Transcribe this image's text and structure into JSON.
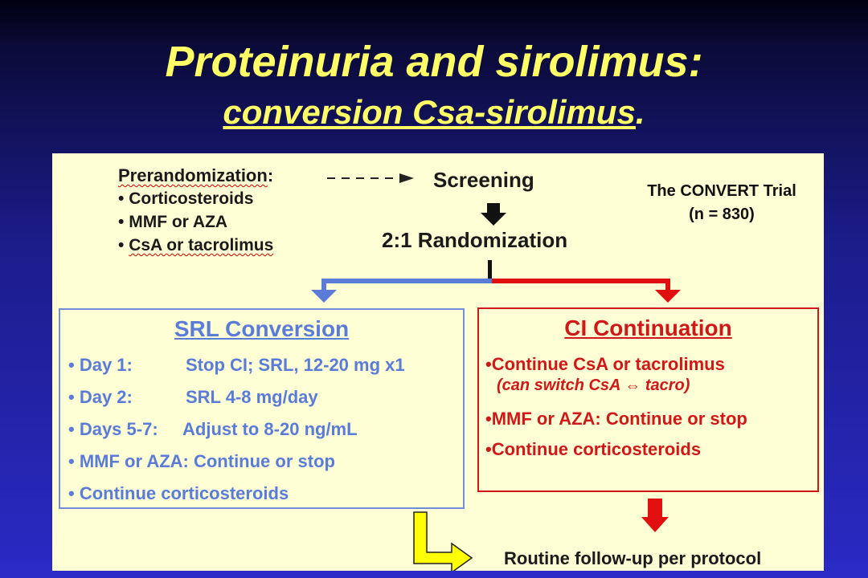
{
  "slide": {
    "title": "Proteinuria and sirolimus:",
    "subtitle": "conversion Csa-sirolimus",
    "subtitle_end": "."
  },
  "diagram": {
    "prerandomization": {
      "title": "Prerandomization",
      "title_colon": ":",
      "items": [
        "Corticosteroids",
        "MMF or AZA",
        "CsA or tacrolimus"
      ],
      "bullet": "•"
    },
    "screening": "Screening",
    "trial": {
      "name": "The CONVERT Trial",
      "n": "(n = 830)"
    },
    "randomization": "2:1 Randomization",
    "srl_box": {
      "title": "SRL Conversion",
      "rows": [
        {
          "label": "Day 1:",
          "text": "Stop CI; SRL, 12-20 mg x1"
        },
        {
          "label": "Day 2:",
          "text": "SRL 4-8  mg/day"
        },
        {
          "label": "Days 5-7:",
          "text": "Adjust to 8-20 ng/mL"
        },
        {
          "label": "",
          "text": "MMF or AZA: Continue or stop"
        },
        {
          "label": "",
          "text": "Continue corticosteroids"
        }
      ]
    },
    "ci_box": {
      "title": "CI Continuation",
      "item1": "Continue CsA or tacrolimus",
      "item1_note": "(can switch CsA ⇔ tacro)",
      "item2": "MMF or AZA: Continue or stop",
      "item3": "Continue corticosteroids"
    },
    "followup": "Routine follow-up per protocol",
    "colors": {
      "srl_blue": "#5a7bd8",
      "ci_red": "#d01818",
      "followup_arrow_yellow": "#ffff00",
      "title_yellow": "#ffff66",
      "panel_bg": "#ffffd6"
    }
  }
}
